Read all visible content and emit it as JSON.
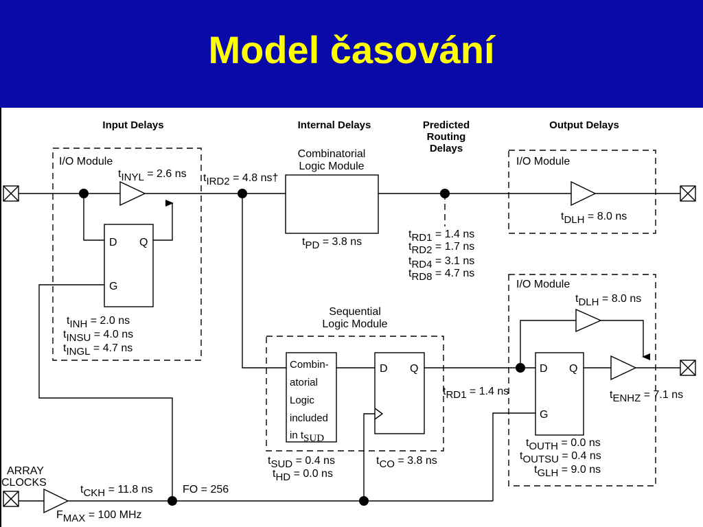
{
  "title": "Model časování",
  "colors": {
    "title_bar": "#0a0aa8",
    "title_text": "#ffff00"
  },
  "headers": {
    "input": "Input Delays",
    "internal": "Internal Delays",
    "routing": [
      "Predicted",
      "Routing",
      "Delays"
    ],
    "output": "Output Delays"
  },
  "modules": {
    "io": "I/O Module",
    "comb": [
      "Combinatorial",
      "Logic Module"
    ],
    "seq": [
      "Sequential",
      "Logic Module"
    ],
    "comb_inner": [
      "Combin-",
      "atorial",
      "Logic",
      "included",
      "in t"
    ],
    "comb_inner_sub": "SUD"
  },
  "pins": {
    "d": "D",
    "q": "Q",
    "g": "G"
  },
  "timings": {
    "inyl": {
      "t": "t",
      "sub": "INYL",
      "val": " = 2.6 ns"
    },
    "ird2": {
      "t": "t",
      "sub": "IRD2",
      "val": " = 4.8 ns†"
    },
    "pd": {
      "t": "t",
      "sub": "PD",
      "val": " = 3.8 ns"
    },
    "rd": [
      {
        "t": "t",
        "sub": "RD1",
        "val": " = 1.4 ns"
      },
      {
        "t": "t",
        "sub": "RD2",
        "val": " = 1.7 ns"
      },
      {
        "t": "t",
        "sub": "RD4",
        "val": " = 3.1 ns"
      },
      {
        "t": "t",
        "sub": "RD8",
        "val": " = 4.7 ns"
      }
    ],
    "dlh_top": {
      "t": "t",
      "sub": "DLH",
      "val": " = 8.0 ns"
    },
    "input_ff": [
      {
        "t": "t",
        "sub": "INH",
        "val": " = 2.0 ns"
      },
      {
        "t": "t",
        "sub": "INSU",
        "val": " = 4.0 ns"
      },
      {
        "t": "t",
        "sub": "INGL",
        "val": " = 4.7 ns"
      }
    ],
    "dlh_bot": {
      "t": "t",
      "sub": "DLH",
      "val": " = 8.0 ns"
    },
    "rd1_mid": {
      "t": "t",
      "sub": "RD1",
      "val": " = 1.4 ns"
    },
    "enhz": {
      "t": "t",
      "sub": "ENHZ",
      "val": " = 7.1 ns"
    },
    "sud": {
      "t": "t",
      "sub": "SUD",
      "val": " = 0.4 ns"
    },
    "hd": {
      "t": "t",
      "sub": "HD",
      "val": " = 0.0 ns"
    },
    "co": {
      "t": "t",
      "sub": "CO",
      "val": " = 3.8 ns"
    },
    "output_ff": [
      {
        "t": "t",
        "sub": "OUTH",
        "val": " = 0.0 ns"
      },
      {
        "t": "t",
        "sub": "OUTSU",
        "val": " = 0.4 ns"
      },
      {
        "t": "t",
        "sub": "GLH",
        "val": " = 9.0 ns"
      }
    ],
    "ckh": {
      "t": "t",
      "sub": "CKH",
      "val": " = 11.8 ns"
    },
    "fmax": {
      "t": "F",
      "sub": "MAX",
      "val": " = 100 MHz"
    }
  },
  "clock": {
    "label": [
      "ARRAY",
      "CLOCKS"
    ],
    "fo": "FO = 256"
  }
}
